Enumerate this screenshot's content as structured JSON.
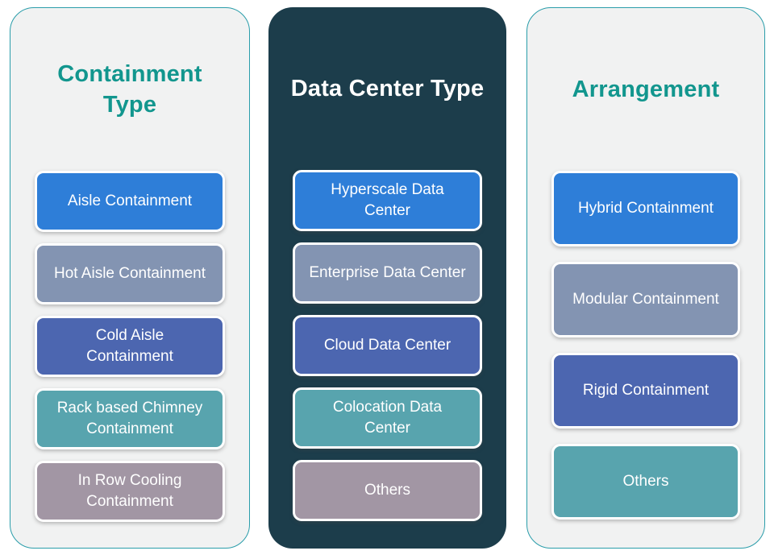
{
  "figure": {
    "panels": [
      {
        "title": "Containment\nType",
        "items": [
          {
            "label": "Aisle Containment",
            "color": "#2e7ed8"
          },
          {
            "label": "Hot Aisle Containment",
            "color": "#8394b2"
          },
          {
            "label": "Cold Aisle\nContainment",
            "color": "#4c66b0"
          },
          {
            "label": "Rack based Chimney\nContainment",
            "color": "#58a4ae"
          },
          {
            "label": "In Row Cooling\nContainment",
            "color": "#a296a4"
          }
        ]
      },
      {
        "title": "Data Center Type",
        "items": [
          {
            "label": "Hyperscale Data\nCenter",
            "color": "#2e7ed8"
          },
          {
            "label": "Enterprise Data Center",
            "color": "#8394b2"
          },
          {
            "label": "Cloud Data Center",
            "color": "#4c66b0"
          },
          {
            "label": "Colocation Data\nCenter",
            "color": "#58a4ae"
          },
          {
            "label": "Others",
            "color": "#a296a4"
          }
        ]
      },
      {
        "title": "Arrangement",
        "items": [
          {
            "label": "Hybrid Containment",
            "color": "#2e7ed8"
          },
          {
            "label": "Modular Containment",
            "color": "#8394b2"
          },
          {
            "label": "Rigid Containment",
            "color": "#4c66b0"
          },
          {
            "label": "Others",
            "color": "#58a4ae"
          }
        ]
      }
    ],
    "colors": {
      "accent_teal_title": "#12968e",
      "panel_border_teal": "#2a9daa",
      "panel_light_bg": "#f1f2f2",
      "panel_dark_bg": "#1c3d4b",
      "item_blue": "#2e7ed8",
      "item_gray_blue": "#8394b2",
      "item_indigo": "#4c66b0",
      "item_teal": "#58a4ae",
      "item_mauve": "#a296a4",
      "item_text": "#ffffff"
    }
  }
}
